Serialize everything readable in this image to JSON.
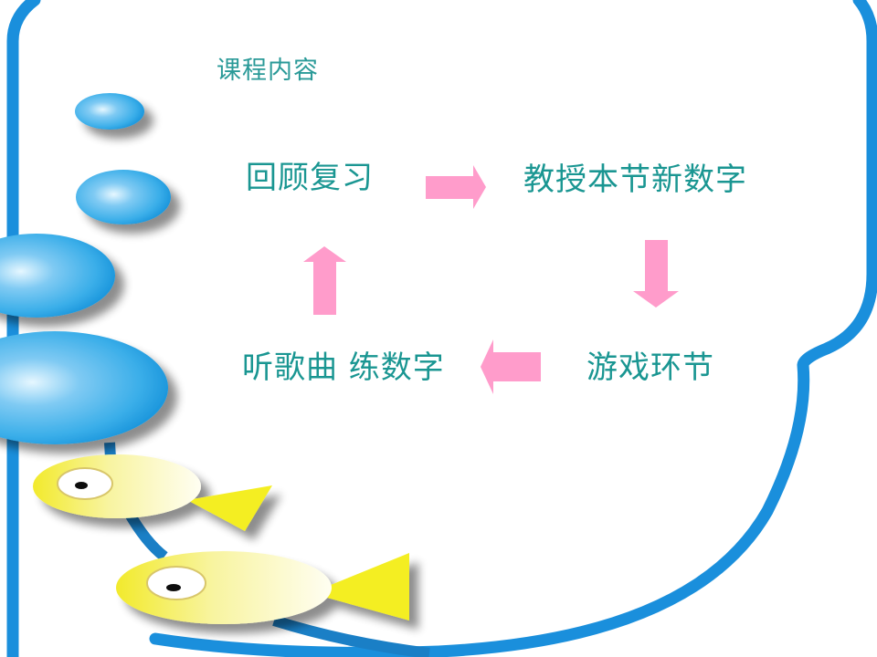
{
  "slide": {
    "title": "课程内容",
    "steps": [
      {
        "label": "回顾复习"
      },
      {
        "label": "教授本节新数字"
      },
      {
        "label": "游戏环节"
      },
      {
        "label": "听歌曲 练数字"
      }
    ],
    "flow": [
      "right-arrow",
      "down-arrow",
      "left-arrow",
      "up-arrow"
    ]
  },
  "colors": {
    "border_blue": "#1a8fdc",
    "bubble_blue": "#4ab6ef",
    "text_teal": "#1a9692",
    "arrow_pink": "#ff9ccb",
    "fish_yellow": "#f4ee3a"
  }
}
